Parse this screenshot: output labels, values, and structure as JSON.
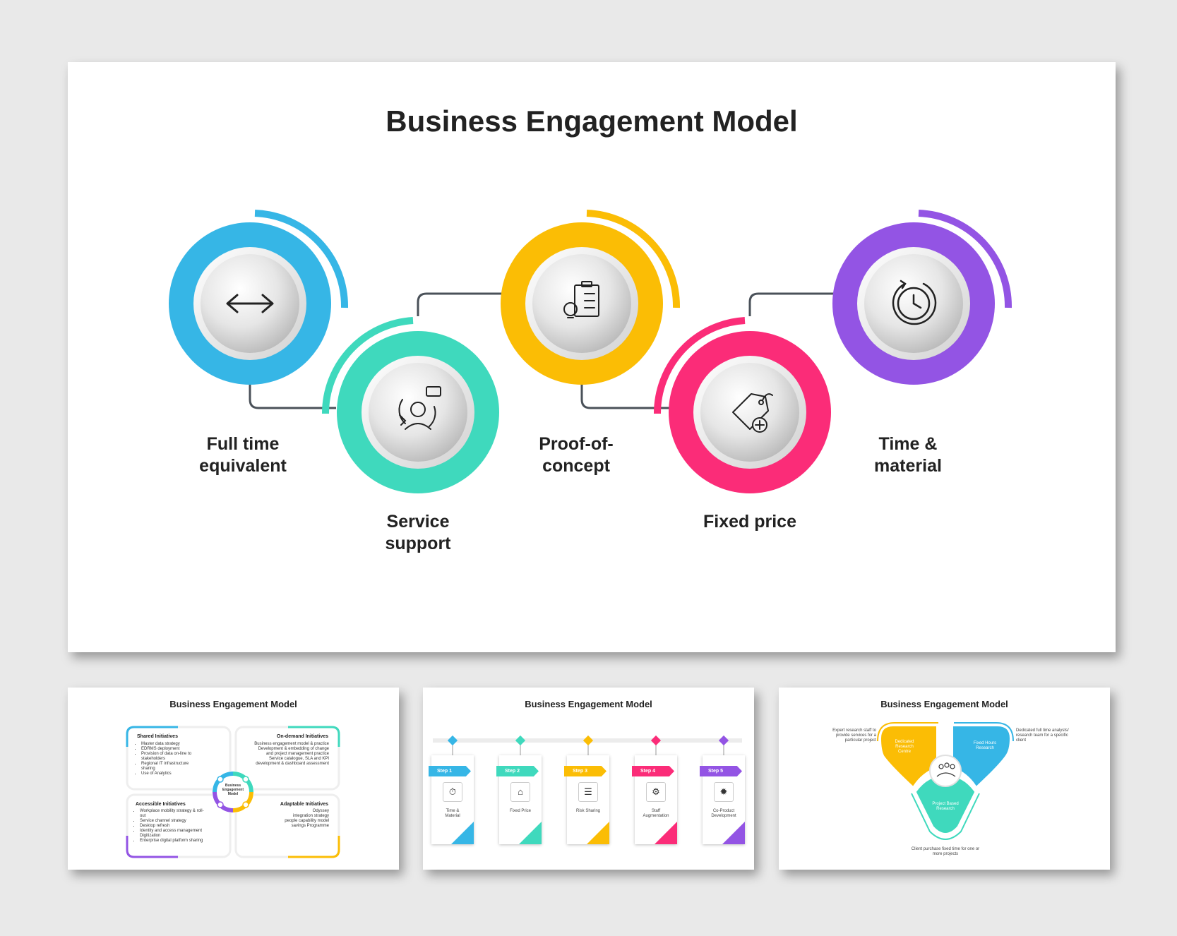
{
  "main": {
    "title": "Business Engagement Model",
    "stages": [
      {
        "label": "Full time\nequivalent",
        "icon": "double-arrow-icon",
        "color": "#36b6e6"
      },
      {
        "label": "Service\nsupport",
        "icon": "customer-support-icon",
        "color": "#3fd9bd"
      },
      {
        "label": "Proof-of-\nconcept",
        "icon": "idea-checklist-icon",
        "color": "#fbbd05"
      },
      {
        "label": "Fixed price",
        "icon": "price-tag-icon",
        "color": "#fb2c78"
      },
      {
        "label": "Time &\nmaterial",
        "icon": "stopwatch-icon",
        "color": "#9354e4"
      }
    ]
  },
  "thumb1": {
    "title": "Business Engagement Model",
    "center": "Business\nEngagement\nModel",
    "quadrants": [
      {
        "heading": "Shared Initiatives",
        "items": [
          "Master data strategy",
          "EDRMS deployment",
          "Provision of data on-line to stakeholders",
          "Regional IT infrastructure sharing",
          "Use of Analytics"
        ]
      },
      {
        "heading": "On-demand Initiatives",
        "items": [
          "Business engagement model & practice",
          "Development & embedding of change and project management practice",
          "Service catalogue, SLA and KPI development & dashboard assessment"
        ]
      },
      {
        "heading": "Accessible Initiatives",
        "items": [
          "Workplace mobility strategy & roll-out",
          "Service channel strategy",
          "Desktop refresh",
          "Identity and access management Digitization",
          "Enterprise digital platform sharing"
        ]
      },
      {
        "heading": "Adaptable Initiatives",
        "items": [
          "Odyssey",
          "integration strategy",
          "people capability model",
          "savings Programme"
        ]
      }
    ]
  },
  "thumb2": {
    "title": "Business Engagement Model",
    "steps": [
      {
        "tab": "Step 1",
        "label": "Time &\nMaterial",
        "color": "#36b6e6",
        "icon": "stopwatch-icon"
      },
      {
        "tab": "Step 2",
        "label": "Fixed Price",
        "color": "#3fd9bd",
        "icon": "price-tag-icon"
      },
      {
        "tab": "Step 3",
        "label": "Risk Sharing",
        "color": "#fbbd05",
        "icon": "risk-checklist-icon"
      },
      {
        "tab": "Step 4",
        "label": "Staff\nAugmentation",
        "color": "#fb2c78",
        "icon": "team-icon"
      },
      {
        "tab": "Step 5",
        "label": "Co-Product\nDevelopment",
        "color": "#9354e4",
        "icon": "gear-bulb-icon"
      }
    ]
  },
  "thumb3": {
    "title": "Business Engagement Model",
    "segments": [
      {
        "label": "Dedicated\nResearch\nCentre",
        "note": "Expert research staff to provide services for a particular project",
        "color": "#fbbd05"
      },
      {
        "label": "Fixed Hours\nResearch",
        "note": "Dedicated full time analysts/ research team for a specific client",
        "color": "#36b6e6"
      },
      {
        "label": "Project Based\nResearch",
        "note": "Client purchase fixed time for one or more projects",
        "color": "#3fd9bd"
      }
    ],
    "center_icon": "team-hands-icon"
  }
}
